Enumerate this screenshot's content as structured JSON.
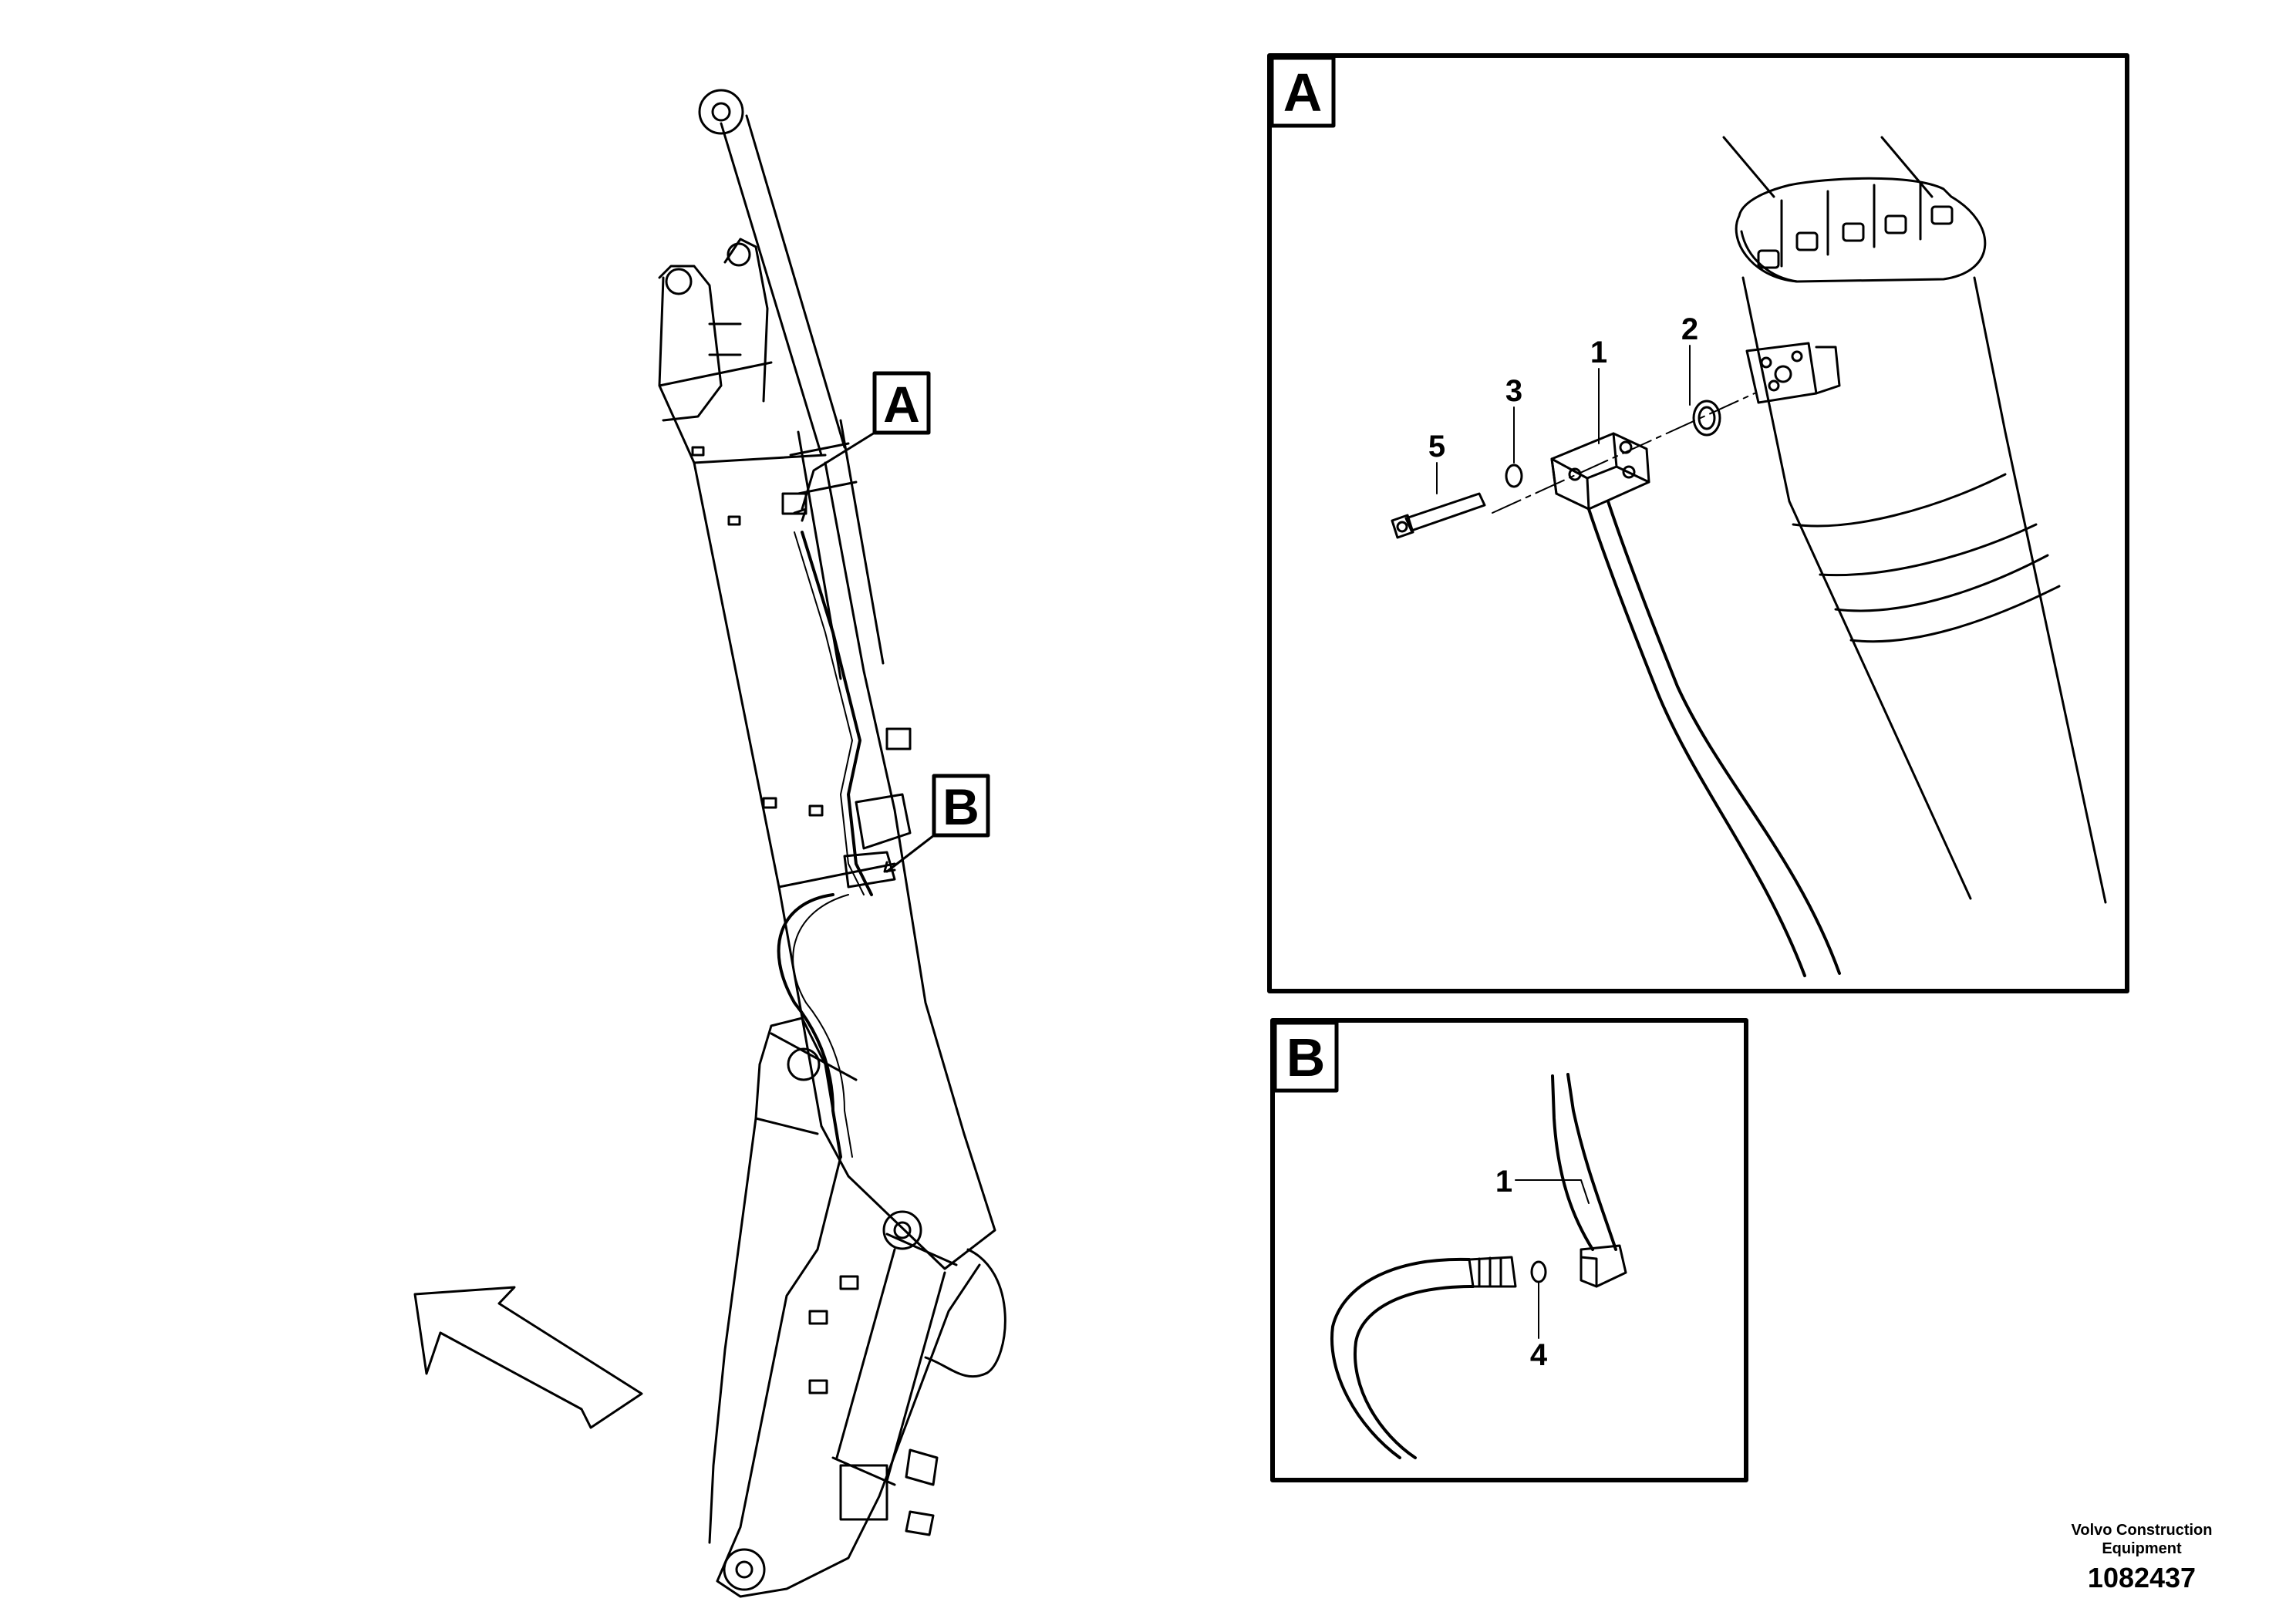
{
  "detail_a": {
    "label": "A"
  },
  "detail_b": {
    "label": "B"
  },
  "callouts": {
    "a_item1": "1",
    "a_item2": "2",
    "a_item3": "3",
    "a_item5": "5",
    "b_item1": "1",
    "b_item4": "4"
  },
  "footer": {
    "company_line1": "Volvo Construction",
    "company_line2": "Equipment",
    "drawing_number": "1082437"
  }
}
